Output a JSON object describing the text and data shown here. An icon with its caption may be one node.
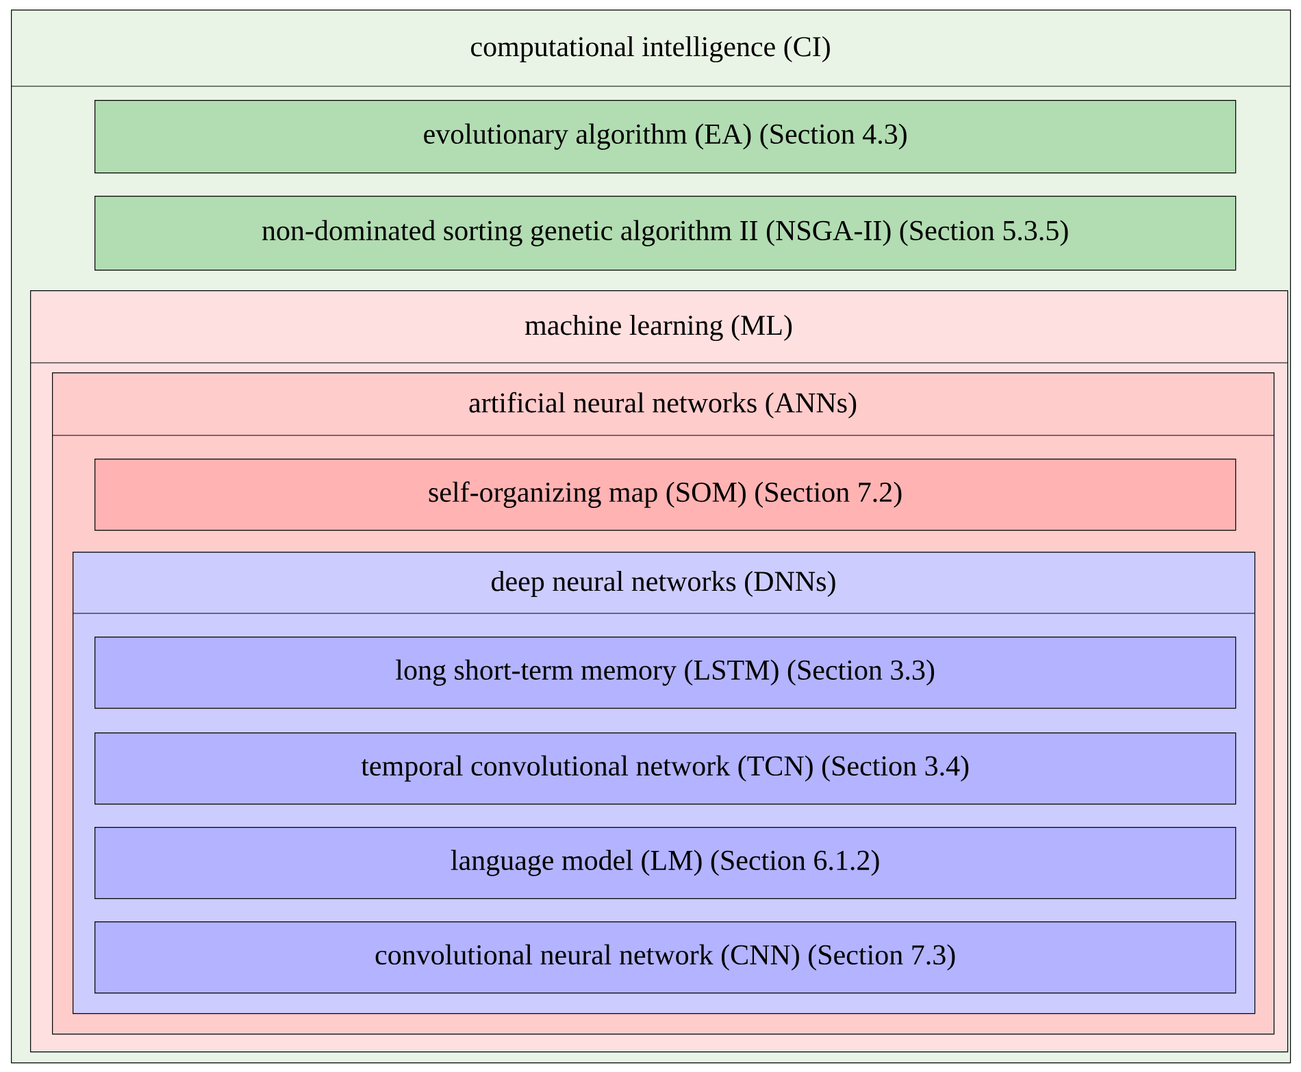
{
  "diagram": {
    "nodes": [
      {
        "text": [
          "computational intelligence (CI)"
        ]
      },
      {
        "text": [
          "evolutionary algorithm (EA) (Section 4.3)"
        ],
        "in": 0
      },
      {
        "text": [
          "non-dominated sorting genetic algorithm II (NSGA-II) (Section 5.3.5)"
        ],
        "in": 0
      },
      {
        "text": [
          "machine learning (ML)"
        ],
        "in": 0
      },
      {
        "text": [
          "artificial neural networks (ANNs)"
        ],
        "in": 3
      },
      {
        "text": [
          "self-organizing map (SOM) (Section 7.2)"
        ],
        "in": 4
      },
      {
        "text": [
          "deep neural networks (DNNs)"
        ],
        "in": 4
      },
      {
        "text": [
          "long short-term memory (LSTM) (Section 3.3)"
        ],
        "in": 6
      },
      {
        "text": [
          "temporal convolutional network (TCN) (Section 3.4)"
        ],
        "in": 6
      },
      {
        "text": [
          "language model (LM) (Section 6.1.2)"
        ],
        "in": 6
      },
      {
        "text": [
          "convolutional neural network (CNN) (Section 7.3)"
        ],
        "in": 6
      }
    ]
  }
}
